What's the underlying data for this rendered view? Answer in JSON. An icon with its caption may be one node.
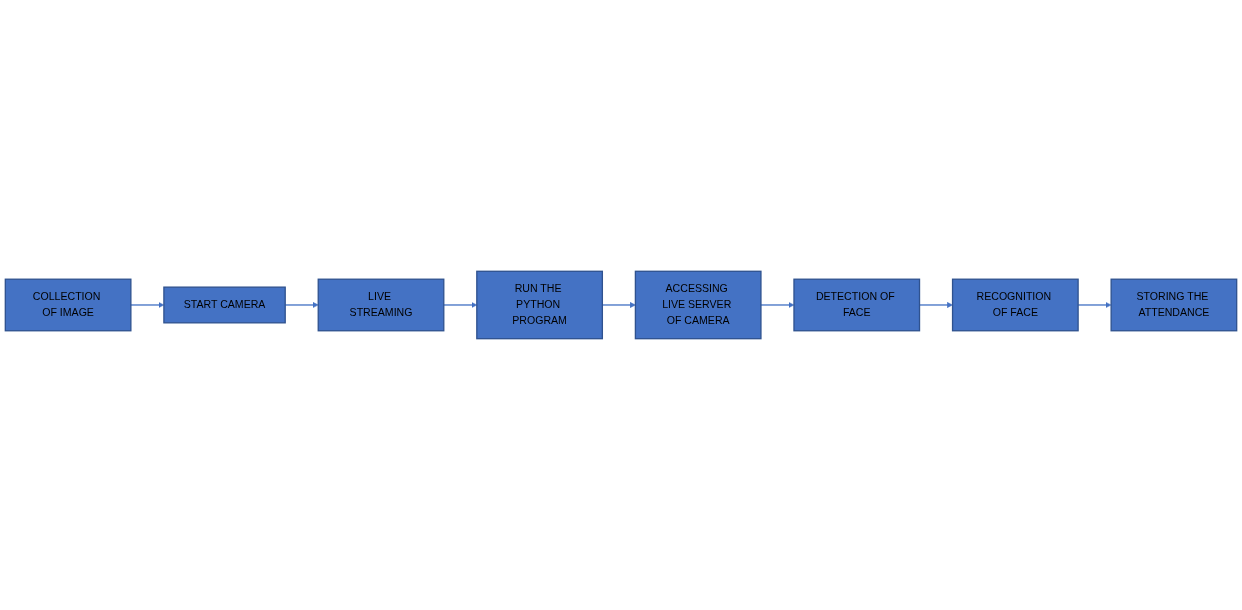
{
  "diagram": {
    "nodes": [
      {
        "text": [
          "START CAMERA"
        ]
      },
      {
        "text": [
          "COLLECTION OF IMAGE"
        ]
      },
      {
        "text": [
          "LIVE STREAMING"
        ]
      },
      {
        "text": [
          "STORING THE ATTENDANCE"
        ]
      },
      {
        "text": [
          "RUN THE PYTHON PROGRAM"
        ]
      },
      {
        "text": [
          "ACCESSING LIVE SERVER OF CAMERA"
        ]
      },
      {
        "text": [
          "DETECTION OF FACE"
        ]
      },
      {
        "text": [
          "RECOGNITION OF FACE"
        ]
      }
    ],
    "edges": [
      {
        "from": 1,
        "to": 0,
        "arrow": "to"
      },
      {
        "from": 0,
        "to": 2,
        "arrow": "to"
      },
      {
        "from": 2,
        "to": 4,
        "arrow": "to"
      },
      {
        "from": 4,
        "to": 5,
        "arrow": "to"
      },
      {
        "from": 5,
        "to": 6,
        "arrow": "to"
      },
      {
        "from": 6,
        "to": 7,
        "arrow": "to"
      },
      {
        "from": 7,
        "to": 3,
        "arrow": "to"
      }
    ]
  }
}
